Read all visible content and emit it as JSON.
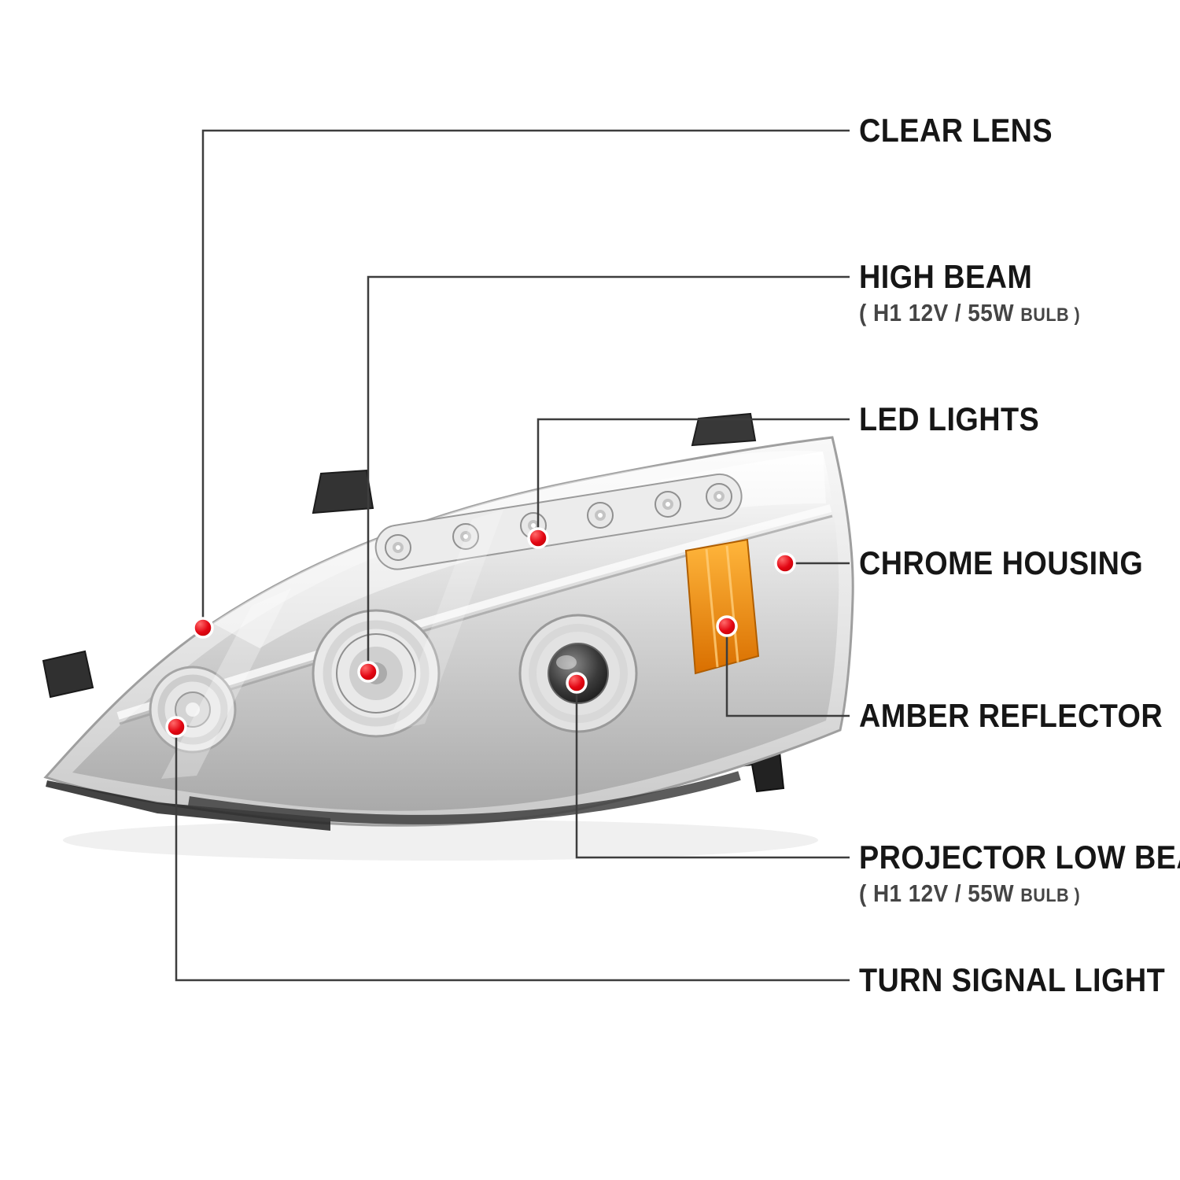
{
  "figure": {
    "type": "product-callout-diagram",
    "product": "projector-headlight",
    "background": "#ffffff",
    "accent_red": "#e30613",
    "line_color": "#3d3d3d",
    "amber_color": "#f08c00"
  },
  "callouts": [
    {
      "id": "clear-lens",
      "label": "CLEAR LENS"
    },
    {
      "id": "high-beam",
      "label": "HIGH BEAM",
      "sub_main": "( H1  12V / 55W",
      "sub_small": "BULB )"
    },
    {
      "id": "led-lights",
      "label": "LED LIGHTS"
    },
    {
      "id": "chrome-housing",
      "label": "CHROME HOUSING"
    },
    {
      "id": "amber-reflector",
      "label": "AMBER REFLECTOR"
    },
    {
      "id": "projector-low-beam",
      "label": "PROJECTOR LOW BEAM",
      "sub_main": "( H1  12V / 55W",
      "sub_small": "BULB )"
    },
    {
      "id": "turn-signal-light",
      "label": "TURN SIGNAL LIGHT"
    }
  ]
}
